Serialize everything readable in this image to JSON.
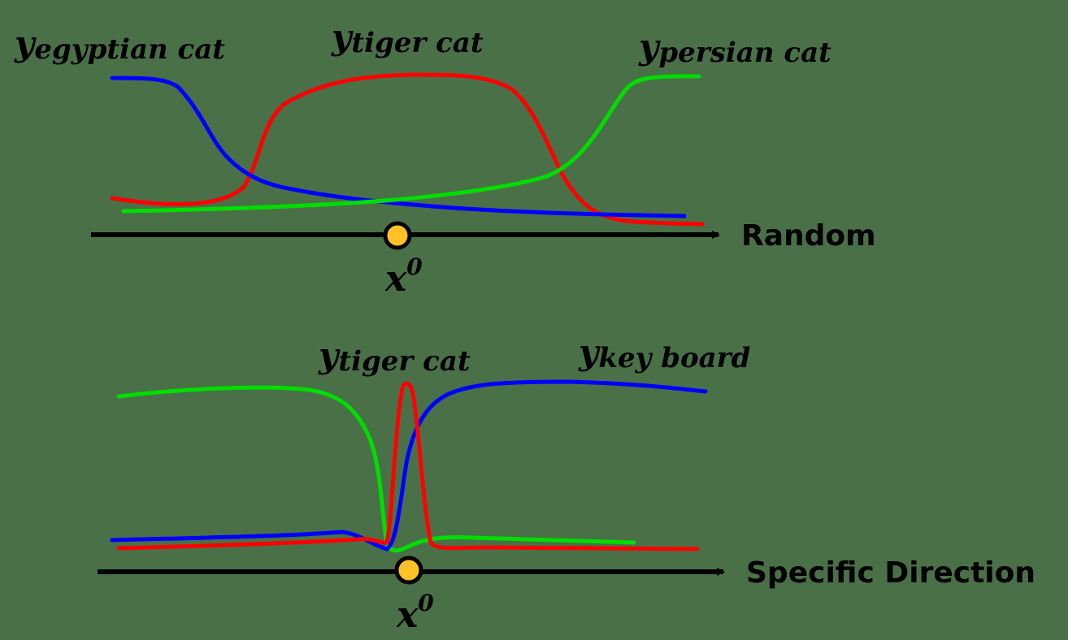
{
  "colors": {
    "background": "#4a7048",
    "axis": "#000000",
    "egyptian_cat": "#0000ff",
    "tiger_cat": "#ff0000",
    "persian_cat": "#00dd00",
    "key_board": "#0000ff",
    "point_fill": "#ffc125",
    "point_stroke": "#000000"
  },
  "top_panel": {
    "axis_label": "Random",
    "point_label": "x",
    "point_superscript": "0",
    "curve_labels": {
      "egyptian": {
        "var": "y",
        "sub": "egyptian cat"
      },
      "tiger": {
        "var": "y",
        "sub": "tiger cat"
      },
      "persian": {
        "var": "y",
        "sub": "persian cat"
      }
    }
  },
  "bottom_panel": {
    "axis_label": "Specific Direction",
    "point_label": "x",
    "point_superscript": "0",
    "curve_labels": {
      "tiger": {
        "var": "y",
        "sub": "tiger cat"
      },
      "keyboard": {
        "var": "y",
        "sub": "key board"
      }
    }
  }
}
